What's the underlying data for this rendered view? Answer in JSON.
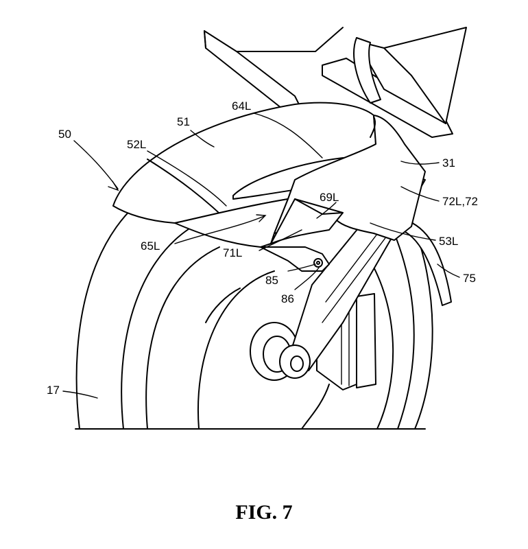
{
  "figure_caption": "FIG. 7",
  "reference_labels": {
    "r50": "50",
    "r51": "51",
    "r52L": "52L",
    "r64L": "64L",
    "r31": "31",
    "r72": "72L,72",
    "r69L": "69L",
    "r65L": "65L",
    "r71L": "71L",
    "r53L": "53L",
    "r75": "75",
    "r85": "85",
    "r86": "86",
    "r17": "17"
  }
}
